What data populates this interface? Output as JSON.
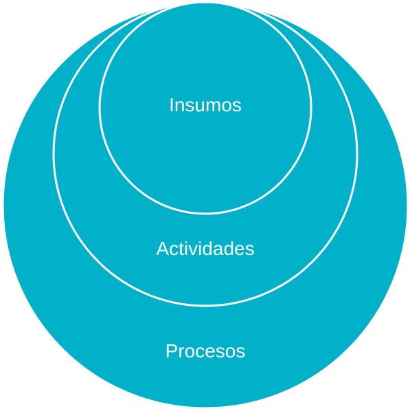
{
  "diagram": {
    "fill_color": "#00B1C9",
    "stroke_color": "#FFFFFF",
    "background_color": "#FFFFFF",
    "rings": [
      {
        "id": "procesos",
        "label": "Procesos"
      },
      {
        "id": "actividades",
        "label": "Actividades"
      },
      {
        "id": "insumos",
        "label": "Insumos"
      }
    ]
  }
}
